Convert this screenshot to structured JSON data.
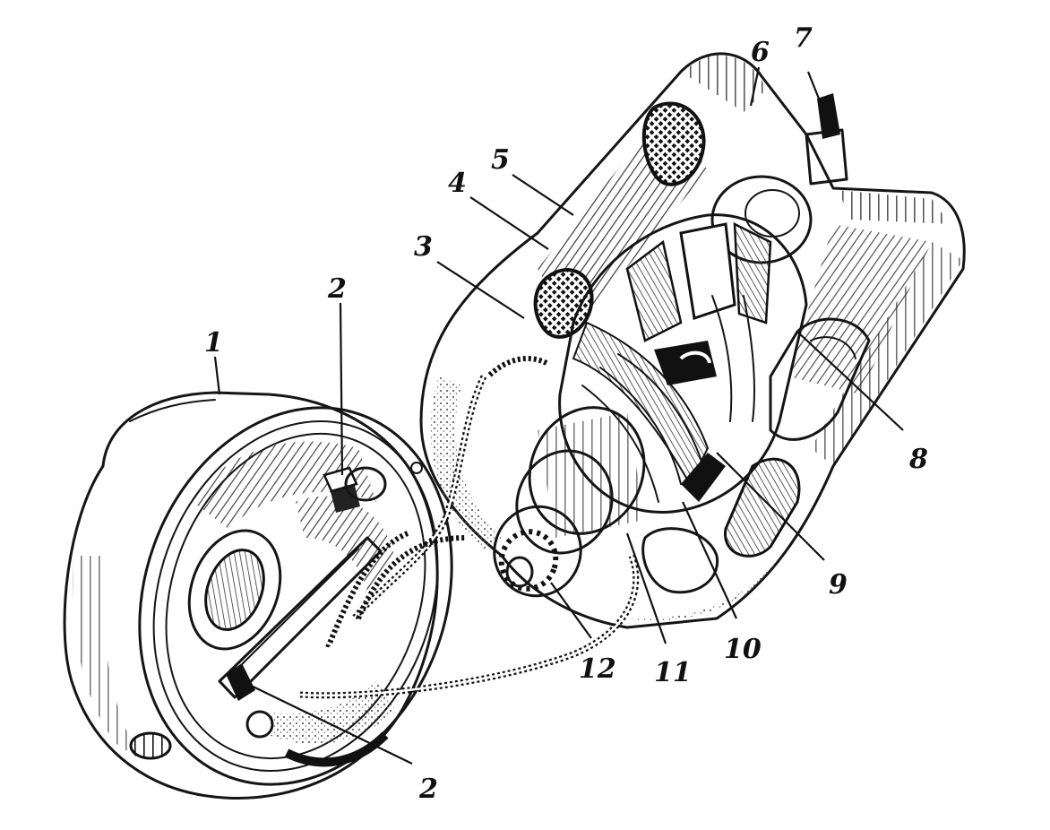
{
  "diagram": {
    "callouts": [
      {
        "id": "c1",
        "label": "1"
      },
      {
        "id": "c2a",
        "label": "2"
      },
      {
        "id": "c2b",
        "label": "2"
      },
      {
        "id": "c3",
        "label": "3"
      },
      {
        "id": "c4",
        "label": "4"
      },
      {
        "id": "c5",
        "label": "5"
      },
      {
        "id": "c6",
        "label": "6"
      },
      {
        "id": "c7",
        "label": "7"
      },
      {
        "id": "c8",
        "label": "8"
      },
      {
        "id": "c9",
        "label": "9"
      },
      {
        "id": "c10",
        "label": "10"
      },
      {
        "id": "c11",
        "label": "11"
      },
      {
        "id": "c12",
        "label": "12"
      }
    ]
  },
  "colors": {
    "ink": "#151515",
    "paper": "#ffffff",
    "shade": "#8a8a8a"
  }
}
